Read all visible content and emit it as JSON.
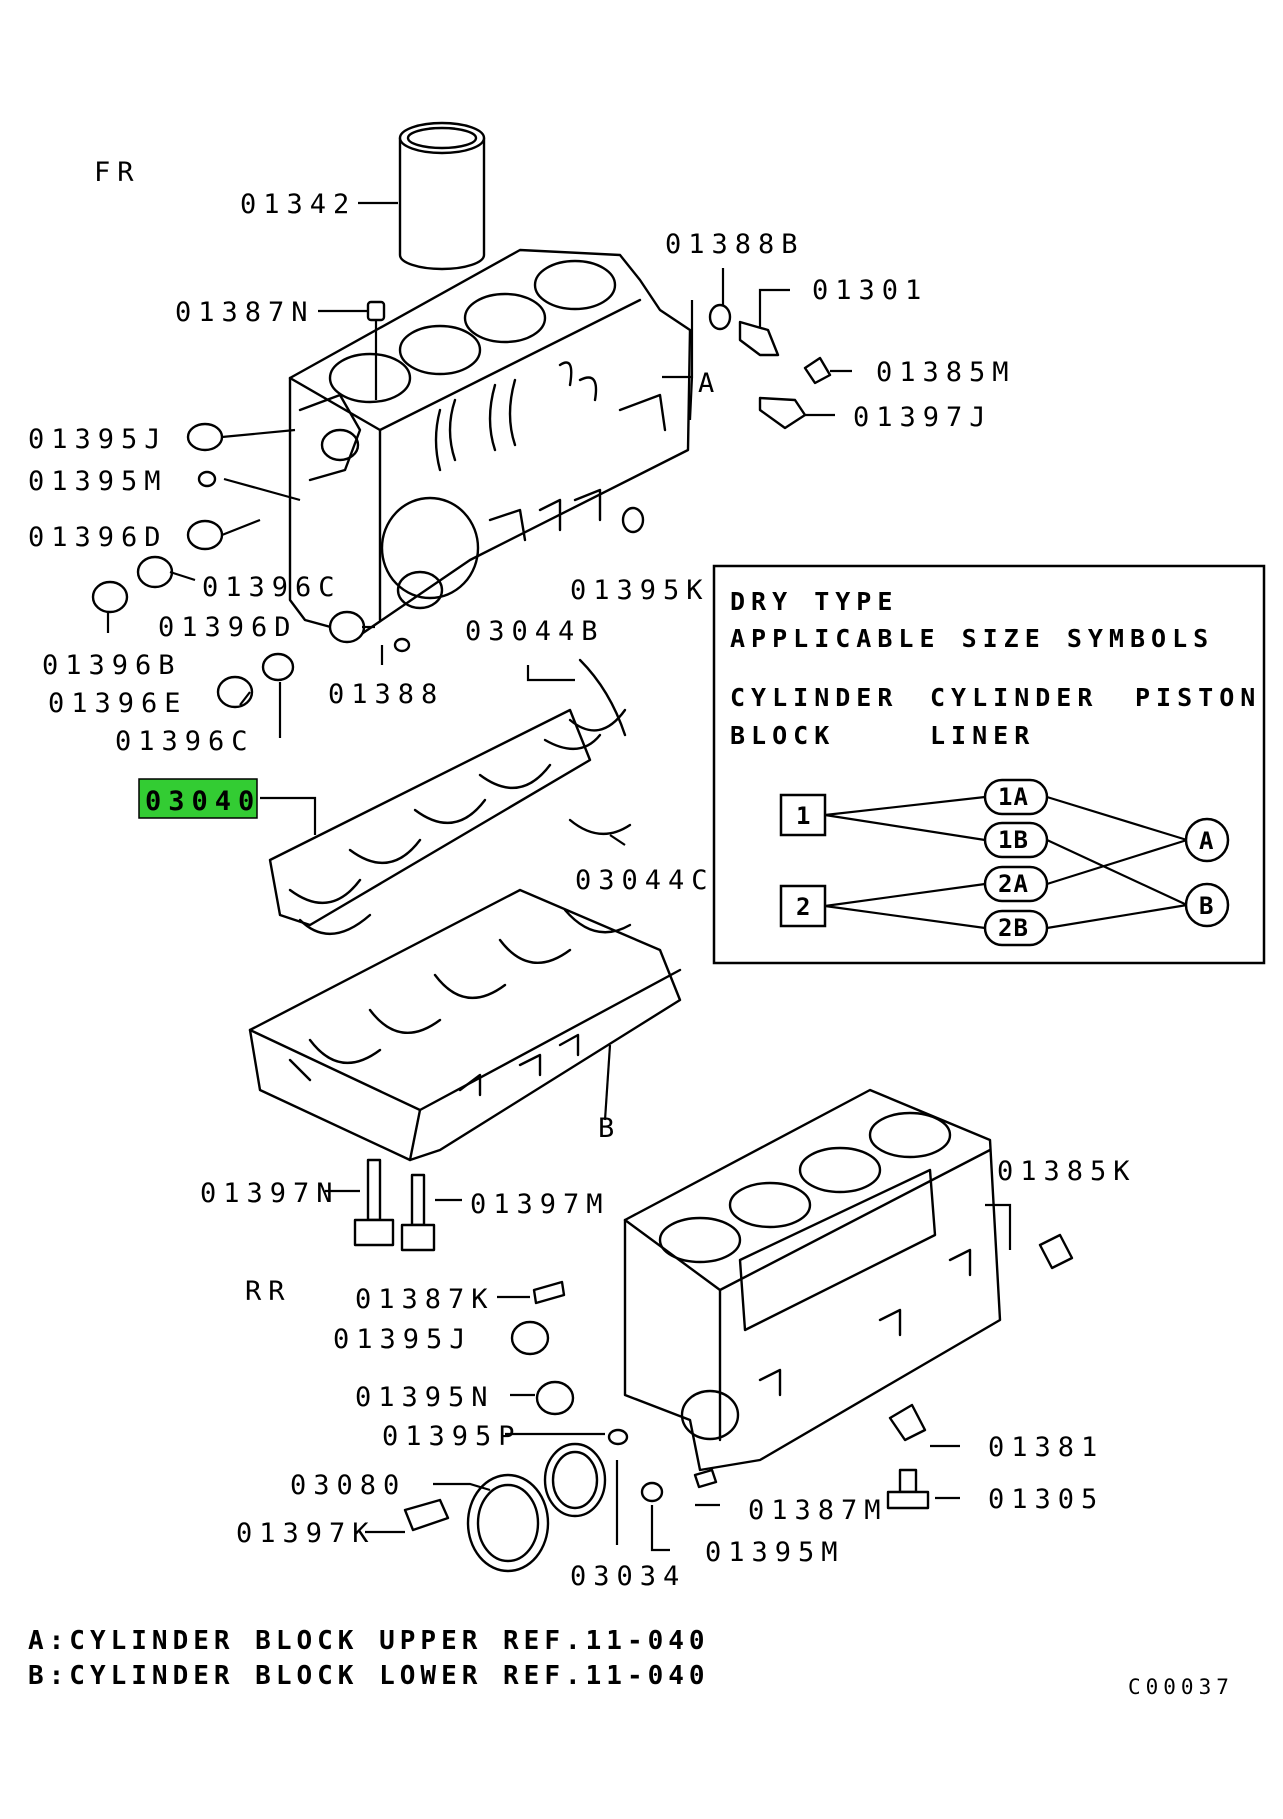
{
  "diagram": {
    "orientation": {
      "front": "FR",
      "rear": "RR"
    },
    "part_labels": {
      "p01342": "01342",
      "p01387N": "01387N",
      "p01388B": "01388B",
      "p01301": "01301",
      "p01385M": "01385M",
      "p01397J": "01397J",
      "ref_A_upper": "A",
      "p01395J_top": "01395J",
      "p01395M": "01395M",
      "p01396D_top": "01396D",
      "p01396C_top": "01396C",
      "p01395K": "01395K",
      "p01396B": "01396B",
      "p01396D_mid": "01396D",
      "p01388": "01388",
      "p03044B": "03044B",
      "p01396E": "01396E",
      "p01396C_low": "01396C",
      "p03040": "03040",
      "p03044C": "03044C",
      "ref_B_lower": "B",
      "p01385K": "01385K",
      "p01397N": "01397N",
      "p01397M": "01397M",
      "p01387K": "01387K",
      "p01395J_low": "01395J",
      "p01395N": "01395N",
      "p01395P": "01395P",
      "p03080": "03080",
      "p01397K": "01397K",
      "p03034": "03034",
      "p01381": "01381",
      "p01305": "01305",
      "p01387M": "01387M",
      "p01395M_low": "01395M"
    },
    "highlighted_part": "03040",
    "highlight_color": "#33cc33"
  },
  "legend": {
    "title_line1": "DRY TYPE",
    "title_line2": "APPLICABLE SIZE SYMBOLS",
    "col1_line1": "CYLINDER",
    "col1_line2": "BLOCK",
    "col2_line1": "CYLINDER",
    "col2_line2": "LINER",
    "col3": "PISTON",
    "block_codes": [
      "1",
      "2"
    ],
    "liner_codes": [
      "1A",
      "1B",
      "2A",
      "2B"
    ],
    "piston_codes": [
      "A",
      "B"
    ]
  },
  "footnotes": {
    "note_a": "A:CYLINDER BLOCK UPPER REF.11-040",
    "note_b": "B:CYLINDER BLOCK LOWER REF.11-040"
  },
  "figure_code": "C00037"
}
